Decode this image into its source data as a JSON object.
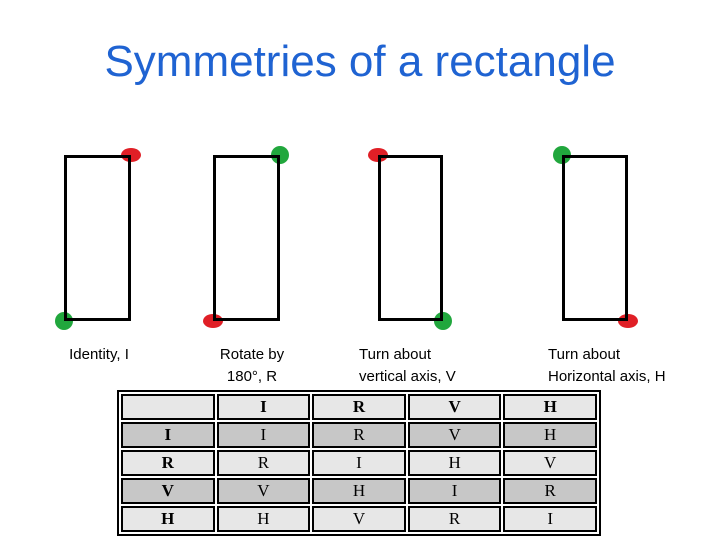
{
  "title": "Symmetries of a rectangle",
  "colors": {
    "title-blue": "#1f63d2",
    "marker-red": "#e01f26",
    "marker-green": "#21a73d",
    "row-light": "#e7e7e7",
    "row-dark": "#c7c7c7"
  },
  "figures": [
    {
      "name": "identity",
      "label_line1": "Identity, I",
      "label_line2": "",
      "markers": [
        {
          "color": "red",
          "corner": "top-right"
        },
        {
          "color": "green",
          "corner": "bottom-left"
        }
      ]
    },
    {
      "name": "rotate-180",
      "label_line1": "Rotate by",
      "label_line2": "180°, R",
      "markers": [
        {
          "color": "green",
          "corner": "top-right"
        },
        {
          "color": "red",
          "corner": "bottom-left"
        }
      ]
    },
    {
      "name": "vertical-axis-flip",
      "label_line1": "Turn about",
      "label_line2": "vertical axis, V",
      "markers": [
        {
          "color": "red",
          "corner": "top-left"
        },
        {
          "color": "green",
          "corner": "bottom-right"
        }
      ]
    },
    {
      "name": "horizontal-axis-flip",
      "label_line1": "Turn about",
      "label_line2": "Horizontal axis, H",
      "markers": [
        {
          "color": "green",
          "corner": "top-left"
        },
        {
          "color": "red",
          "corner": "bottom-right"
        }
      ]
    }
  ],
  "cayley_table": {
    "corner_label": "",
    "column_headers": [
      "I",
      "R",
      "V",
      "H"
    ],
    "rows": [
      {
        "header": "I",
        "cells": [
          "I",
          "R",
          "V",
          "H"
        ]
      },
      {
        "header": "R",
        "cells": [
          "R",
          "I",
          "H",
          "V"
        ]
      },
      {
        "header": "V",
        "cells": [
          "V",
          "H",
          "I",
          "R"
        ]
      },
      {
        "header": "H",
        "cells": [
          "H",
          "V",
          "R",
          "I"
        ]
      }
    ]
  }
}
